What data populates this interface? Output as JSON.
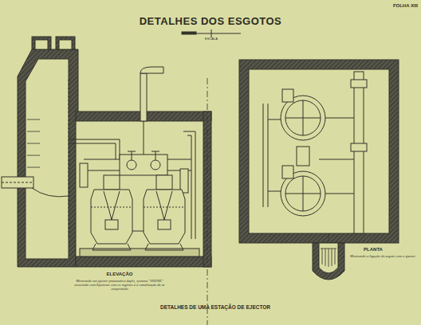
{
  "diagram": {
    "title": "DETALHES DOS ESGOTOS",
    "caption": "DETALHES DE UMA ESTAÇÃO DE EJECTOR",
    "labels": [
      "FOLHA XIII",
      "ESCALA",
      "ELEVAÇÃO",
      "Mostrando um ejector pneumatico duplo, systema \"SHONE\" associado com Ejectores com os registos e a canalização de ar comprimido",
      "PLANTA",
      "Mostrando a ligação do esgoto com o ejector"
    ]
  }
}
